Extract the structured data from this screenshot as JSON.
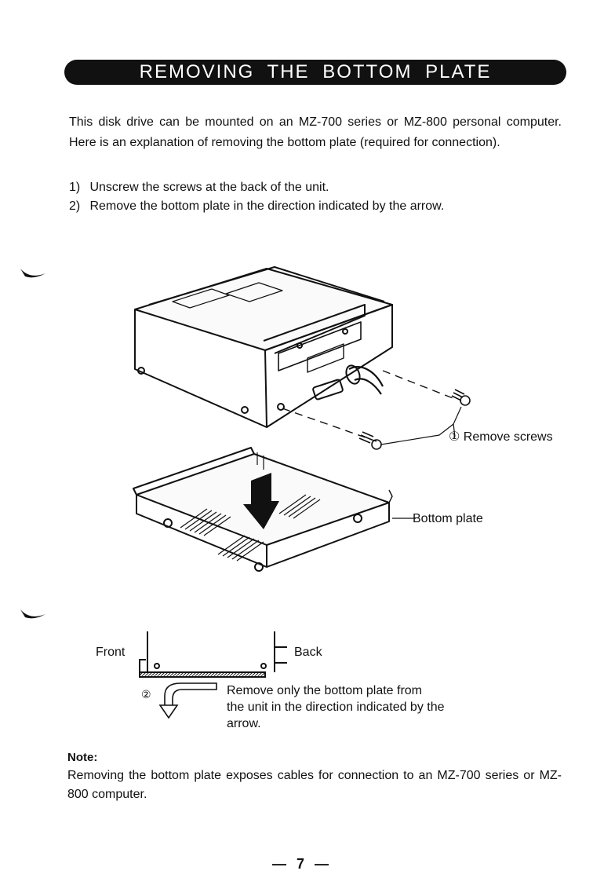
{
  "title": "REMOVING THE BOTTOM PLATE",
  "intro": "This disk drive can be mounted on an MZ-700 series or MZ-800 personal computer. Here is an explanation of removing the bottom plate (required for connection).",
  "steps": [
    {
      "num": "1)",
      "text": "Unscrew the screws at the back of the unit."
    },
    {
      "num": "2)",
      "text": "Remove the bottom plate in the direction indicated by the arrow."
    }
  ],
  "figure": {
    "remove_screws_label": "① Remove screws",
    "bottom_plate_label": "Bottom plate"
  },
  "side_view": {
    "front_label": "Front",
    "back_label": "Back",
    "step_marker": "②",
    "instruction_line1": "Remove only the bottom plate from",
    "instruction_line2": "the unit in the direction indicated by the",
    "instruction_line3": "arrow."
  },
  "note": {
    "heading": "Note:",
    "body": "Removing the bottom plate exposes cables for connection to an MZ-700 series or MZ-800 computer."
  },
  "page_number": "— 7 —"
}
